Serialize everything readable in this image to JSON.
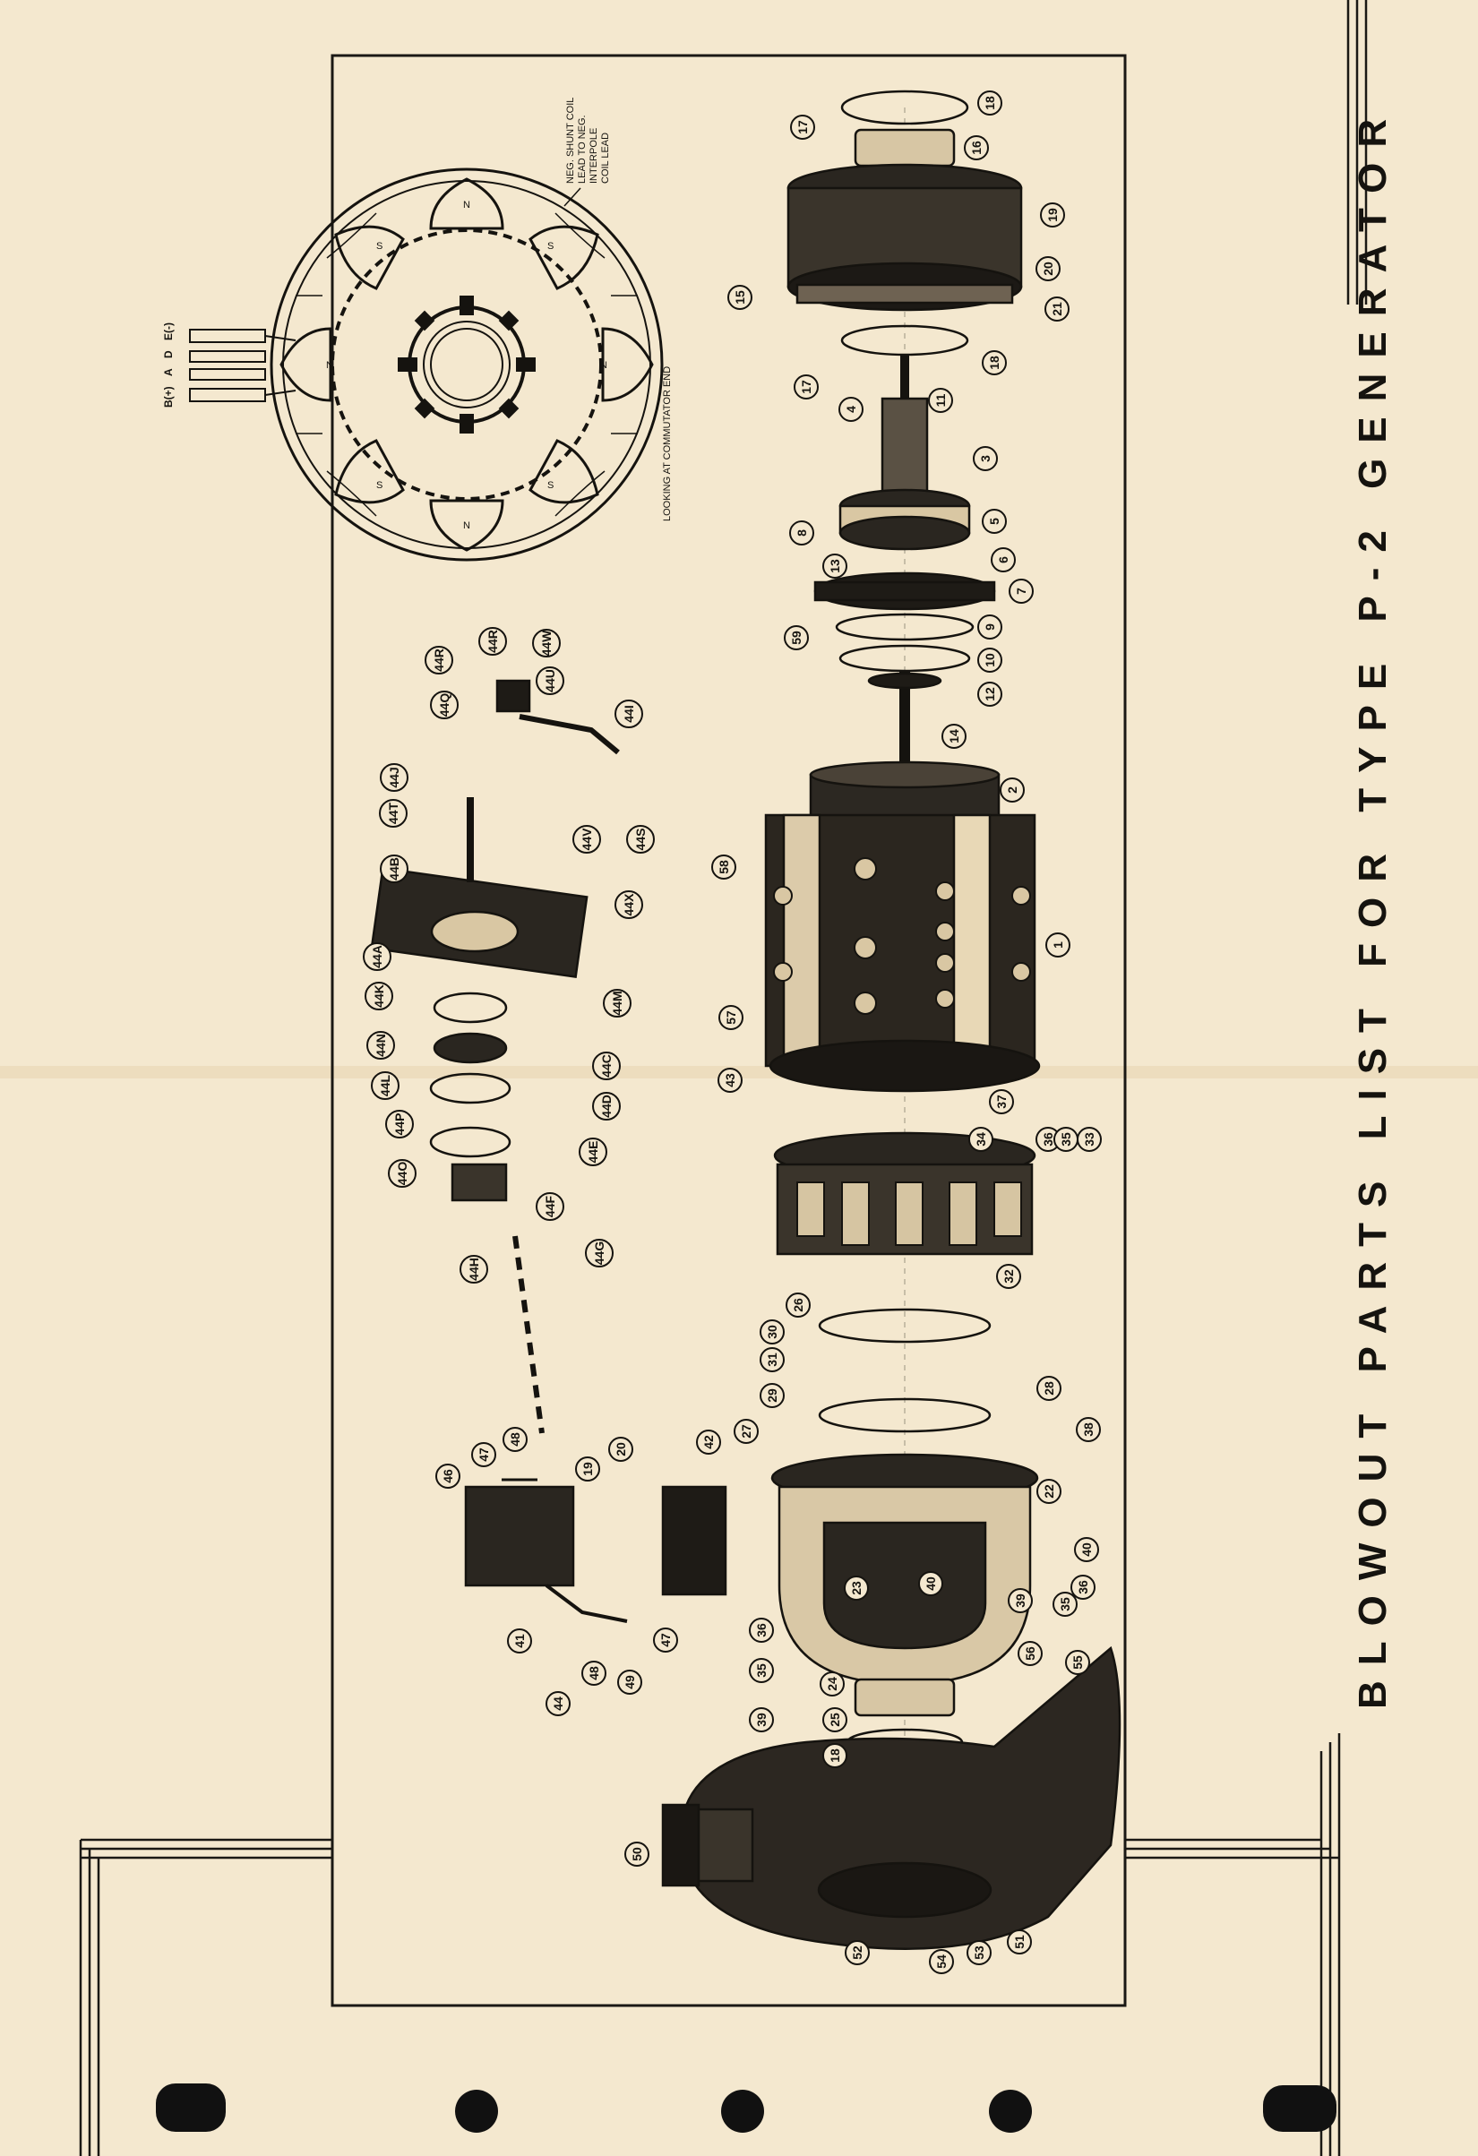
{
  "document": {
    "title": "BLOWOUT PARTS LIST FOR TYPE P-2 GENERATOR"
  },
  "wiring_diagram": {
    "caption": "LOOKING AT COMMUTATOR END",
    "note_lines": [
      "NEG. SHUNT COIL",
      "LEAD TO NEG.",
      "INTERPOLE",
      "COIL LEAD"
    ],
    "terminals": [
      "B(+)",
      "A",
      "D",
      "E(-)"
    ],
    "poles": [
      "N",
      "S",
      "N",
      "S",
      "N",
      "S",
      "N",
      "S"
    ]
  },
  "callouts": [
    "18",
    "17",
    "16",
    "19",
    "20",
    "21",
    "15",
    "18",
    "17",
    "11",
    "4",
    "3",
    "8",
    "5",
    "13",
    "6",
    "7",
    "59",
    "9",
    "10",
    "12",
    "14",
    "2",
    "1",
    "58",
    "57",
    "43",
    "37",
    "34",
    "36",
    "35",
    "33",
    "32",
    "26",
    "30",
    "31",
    "29",
    "27",
    "28",
    "38",
    "22",
    "40",
    "36",
    "35",
    "39",
    "23",
    "40",
    "56",
    "55",
    "24",
    "25",
    "18",
    "39",
    "35",
    "36",
    "50",
    "51",
    "52",
    "53",
    "54",
    "44R",
    "44R",
    "44W",
    "44Q",
    "44U",
    "44J",
    "44I",
    "44T",
    "44V",
    "44S",
    "44B",
    "44X",
    "44A",
    "44K",
    "44M",
    "44N",
    "44C",
    "44L",
    "44D",
    "44P",
    "44E",
    "44O",
    "44F",
    "44H",
    "44G",
    "46",
    "47",
    "48",
    "19",
    "20",
    "42",
    "41",
    "44",
    "49",
    "48",
    "47"
  ],
  "colors": {
    "paper": "#f4e8cf",
    "ink": "#15130f",
    "frame": "#1a1814"
  }
}
